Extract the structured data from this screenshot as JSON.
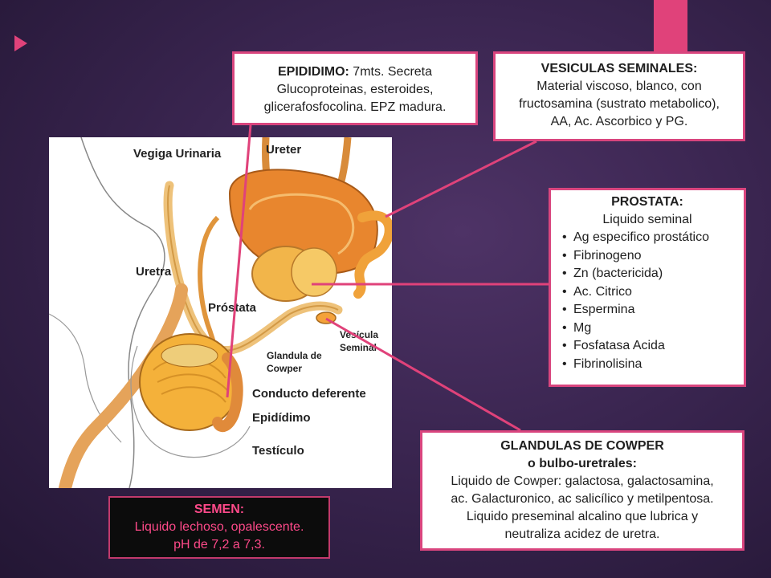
{
  "panels": {
    "epididimo": {
      "title": "EPIDIDIMO:",
      "text1": " 7mts. Secreta",
      "text2": "Glucoproteinas, esteroides,",
      "text3": "glicerafosfocolina. EPZ madura."
    },
    "vesiculas": {
      "title": "VESICULAS SEMINALES:",
      "lines": [
        "Material viscoso, blanco, con",
        "fructosamina (sustrato metabolico),",
        "AA, Ac. Ascorbico y PG."
      ]
    },
    "prostata": {
      "title": "PROSTATA:",
      "subtitle": "Liquido seminal",
      "items": [
        "Ag especifico prostático",
        "Fibrinogeno",
        "Zn (bactericida)",
        "Ac. Citrico",
        "Espermina",
        "Mg",
        "Fosfatasa Acida",
        "Fibrinolisina"
      ]
    },
    "cowper": {
      "title1": "GLANDULAS DE COWPER",
      "title2": "o bulbo-uretrales:",
      "lines": [
        "Liquido de Cowper: galactosa, galactosamina,",
        "ac. Galacturonico, ac salicílico y metilpentosa.",
        "Liquido preseminal alcalino que lubrica y",
        "neutraliza acidez de uretra."
      ]
    },
    "semen": {
      "title": "SEMEN:",
      "lines": [
        "Liquido lechoso, opalescente.",
        "pH de 7,2 a 7,3."
      ]
    }
  },
  "diagram_labels": {
    "vegiga": "Vegiga Urinaria",
    "ureter": "Ureter",
    "uretra": "Uretra",
    "prostata": "Próstata",
    "vesicula1": "Vesícula",
    "vesicula2": "Seminal",
    "glandula1": "Glandula de",
    "glandula2": "Cowper",
    "conducto": "Conducto deferente",
    "epididimo": "Epidídimo",
    "testiculo": "Testículo"
  },
  "colors": {
    "accent": "#e0427a",
    "panel_border": "#d9457e",
    "connector": "#e0427a",
    "semen_text": "#ff4a8a"
  }
}
